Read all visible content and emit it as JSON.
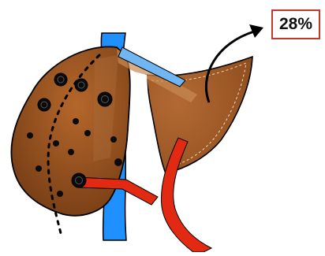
{
  "diagram": {
    "remnant_label": "28%",
    "icons": [
      "liver-remnant",
      "resected-liver-lobe",
      "vena-cava",
      "portal-vein",
      "tumor-nodules",
      "resection-line",
      "rotation-arrow"
    ],
    "colors": {
      "liver_dark": "#6e3812",
      "liver_light": "#b5672b",
      "vessel_blue": "#1e90ff",
      "vessel_red": "#e22a12",
      "label_border": "#c0392b"
    }
  }
}
